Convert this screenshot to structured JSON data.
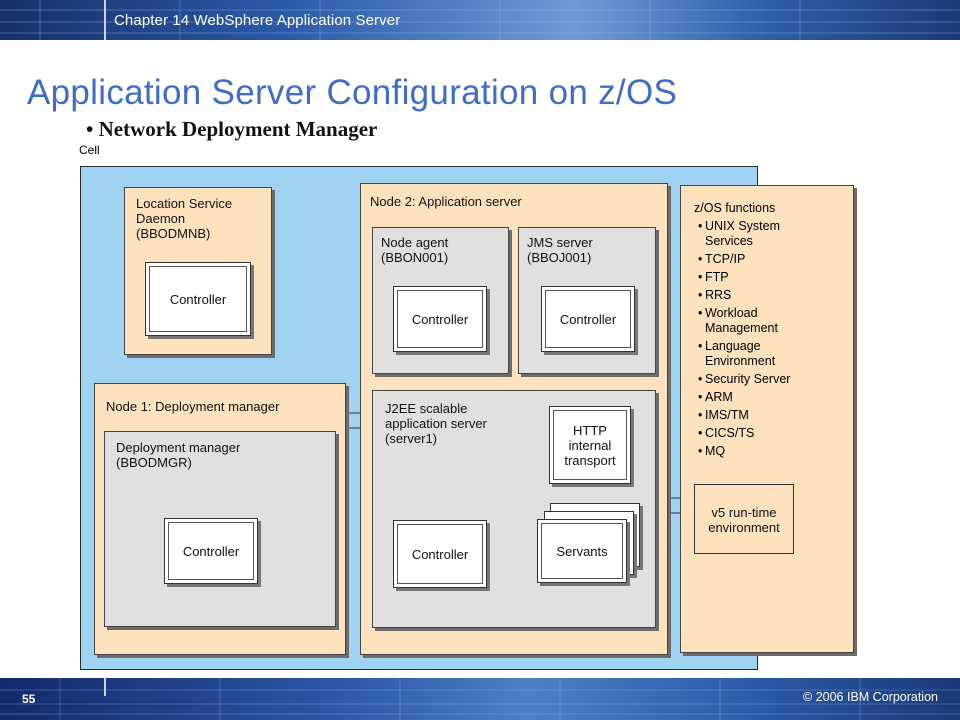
{
  "header": {
    "chapter_title": "Chapter 14 WebSphere Application Server"
  },
  "slide": {
    "title": "Application Server Configuration on z/OS",
    "bullet": "Network Deployment Manager"
  },
  "diagram": {
    "cell_label": "Cell",
    "lsd": {
      "label_line1": "Location Service",
      "label_line2": "Daemon",
      "label_line3": "(BBODMNB)",
      "controller": "Controller"
    },
    "node2": {
      "label": "Node 2: Application server"
    },
    "node_agent": {
      "label_line1": "Node agent",
      "label_line2": "(BBON001)",
      "controller": "Controller"
    },
    "jms_server": {
      "label_line1": "JMS server",
      "label_line2": "(BBOJ001)",
      "controller": "Controller"
    },
    "node1": {
      "label": "Node 1: Deployment manager"
    },
    "deployment_manager": {
      "label_line1": "Deployment manager",
      "label_line2": "(BBODMGR)",
      "controller": "Controller"
    },
    "j2ee": {
      "label_line1": "J2EE scalable",
      "label_line2": "application server",
      "label_line3": "(server1)",
      "controller": "Controller",
      "http_line1": "HTTP",
      "http_line2": "internal",
      "http_line3": "transport",
      "servants": "Servants"
    },
    "zos": {
      "title": "z/OS functions",
      "items": [
        {
          "line1": "UNIX System",
          "line2": "Services"
        },
        {
          "line1": "TCP/IP",
          "line2": ""
        },
        {
          "line1": "FTP",
          "line2": ""
        },
        {
          "line1": "RRS",
          "line2": ""
        },
        {
          "line1": "Workload",
          "line2": "Management"
        },
        {
          "line1": "Language",
          "line2": "Environment"
        },
        {
          "line1": "Security Server",
          "line2": ""
        },
        {
          "line1": "ARM",
          "line2": ""
        },
        {
          "line1": "IMS/TM",
          "line2": ""
        },
        {
          "line1": "CICS/TS",
          "line2": ""
        },
        {
          "line1": "MQ",
          "line2": ""
        }
      ]
    },
    "runtime": {
      "line1": "v5 run-time",
      "line2": "environment"
    }
  },
  "footer": {
    "page_number": "55",
    "copyright": "© 2006 IBM Corporation"
  }
}
